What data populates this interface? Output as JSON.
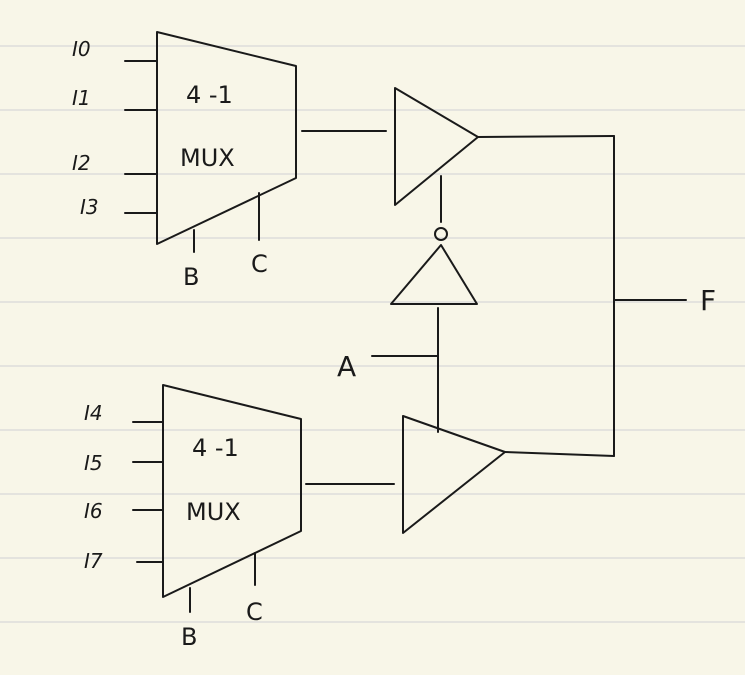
{
  "mux_top": {
    "title": "4 -1",
    "name": "MUX",
    "inputs": [
      "I0",
      "I1",
      "I2",
      "I3"
    ],
    "select_b": "B",
    "select_c": "C"
  },
  "mux_bottom": {
    "title": "4 -1",
    "name": "MUX",
    "inputs": [
      "I4",
      "I5",
      "I6",
      "I7"
    ],
    "select_b": "B",
    "select_c": "C"
  },
  "control_input": "A",
  "output": "F",
  "colors": {
    "paper": "#f8f6e8",
    "rule_line": "#d8d8d8",
    "ink": "#1a1a1a"
  }
}
